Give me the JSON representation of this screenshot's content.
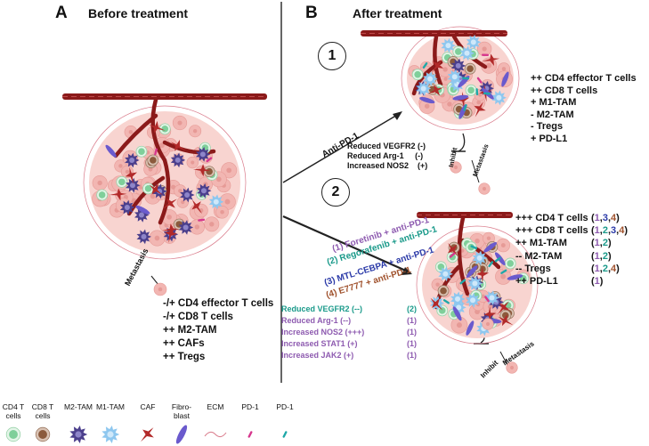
{
  "panel_a": {
    "letter": "A",
    "title": "Before treatment",
    "metastasis_label": "Metastasis",
    "effects": [
      "-/+ CD4 effector T cells",
      "-/+ CD8 T cells",
      "++ M2-TAM",
      "++ CAFs",
      "++ Tregs"
    ]
  },
  "panel_b": {
    "letter": "B",
    "title": "After treatment",
    "step1": {
      "number": "1",
      "drug": "Anti-PD-1",
      "markers": [
        "Reduced VEGFR2 (-)",
        "Reduced Arg-1     (-)",
        "Increased NOS2    (+)"
      ],
      "inhibit_label": "Inhibit",
      "metastasis_label": "Metastasis",
      "effects": [
        "++ CD4 effector T cells",
        "++ CD8 T cells",
        "+ M1-TAM",
        "- M2-TAM",
        "- Tregs",
        "+ PD-L1"
      ]
    },
    "step2": {
      "number": "2",
      "combos": [
        {
          "text": "(1) Foretinib + anti-PD-1",
          "color": "#8e5bb0"
        },
        {
          "text": "(2) Regorafenib + anti-PD-1",
          "color": "#1a9a8a"
        },
        {
          "text": "(3) MTL-CEBPA + anti-PD-1",
          "color": "#2b3aa8"
        },
        {
          "text": "(4) E7777 + anti-PD-1",
          "color": "#a0522d"
        }
      ],
      "markers": [
        {
          "text": "Reduced VEGFR2 (--)",
          "ref": "(2)",
          "color": "#1a9a8a"
        },
        {
          "text": "Reduced Arg-1 (--)",
          "ref": "(1)",
          "color": "#8e5bb0"
        },
        {
          "text": "Increased NOS2 (+++)",
          "ref": "(1)",
          "color": "#8e5bb0"
        },
        {
          "text": "Increased STAT1 (+)",
          "ref": "(1)",
          "color": "#8e5bb0"
        },
        {
          "text": "Increased JAK2 (+)",
          "ref": "(1)",
          "color": "#8e5bb0"
        }
      ],
      "inhibit_label": "Inhibit",
      "metastasis_label": "Metastasis",
      "effects": [
        {
          "text": "+++ CD4 T cells",
          "refs": [
            "1",
            "3",
            "4"
          ]
        },
        {
          "text": "+++ CD8 T cells",
          "refs": [
            "1",
            "2",
            "3",
            "4"
          ]
        },
        {
          "text": "++ M1-TAM",
          "refs": [
            "1",
            "2"
          ]
        },
        {
          "text": "-- M2-TAM",
          "refs": [
            "1",
            "2"
          ]
        },
        {
          "text": "-- Tregs",
          "refs": [
            "1",
            "2",
            "4"
          ]
        },
        {
          "text": "++ PD-L1",
          "refs": [
            "1"
          ]
        }
      ],
      "ref_colors": {
        "1": "#8e5bb0",
        "2": "#1a9a8a",
        "3": "#2b3aa8",
        "4": "#a0522d"
      }
    }
  },
  "legend": [
    {
      "label": "CD4 T\ncells",
      "icon": "cd4-t-cell-icon"
    },
    {
      "label": "CD8 T\ncells",
      "icon": "cd8-t-cell-icon"
    },
    {
      "label": "M2-TAM",
      "icon": "m2-tam-icon"
    },
    {
      "label": "M1-TAM",
      "icon": "m1-tam-icon"
    },
    {
      "label": "CAF",
      "icon": "caf-icon"
    },
    {
      "label": "Fibro-\nblast",
      "icon": "fibroblast-icon"
    },
    {
      "label": "ECM",
      "icon": "ecm-icon"
    },
    {
      "label": "PD-1",
      "icon": "pd1-pink-icon"
    },
    {
      "label": "PD-1",
      "icon": "pd1-teal-icon"
    }
  ],
  "colors": {
    "tumor": "#f2b6b2",
    "tumor_dark": "#e69a96",
    "vessel": "#8b1a1a",
    "cd4": "#7fcf9a",
    "cd8": "#8b5a3c",
    "m2": "#4b3f8c",
    "m1": "#8ec7ef",
    "caf": "#b22a2a",
    "fibroblast": "#6a5acd",
    "ecm": "#d97a8a",
    "pd1_pink": "#d6378d",
    "pd1_teal": "#1fa8a8"
  }
}
